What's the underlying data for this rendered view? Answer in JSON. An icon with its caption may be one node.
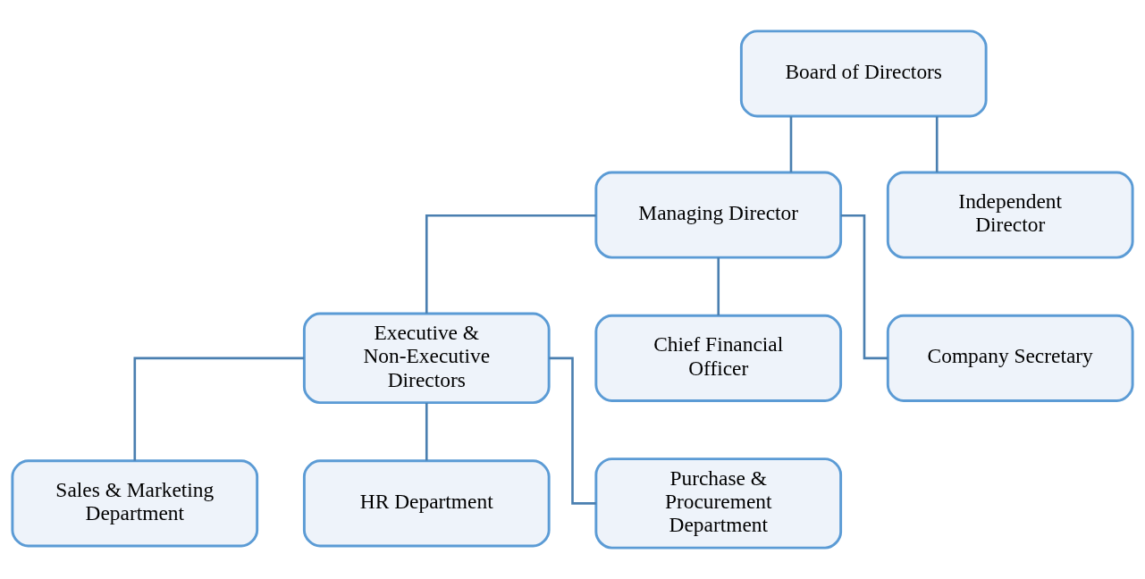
{
  "diagram": {
    "nodes": [
      {
        "text": [
          "Board of Directors"
        ]
      },
      {
        "text": [
          "Managing Director"
        ]
      },
      {
        "text": [
          "Independent Director"
        ]
      },
      {
        "text": [
          "Executive & Non-Executive Directors"
        ]
      },
      {
        "text": [
          "Chief Financial Officer"
        ]
      },
      {
        "text": [
          "Company Secretary"
        ]
      },
      {
        "text": [
          "Sales & Marketing Department"
        ]
      },
      {
        "text": [
          "HR Department"
        ]
      },
      {
        "text": [
          "Purchase & Procurement Department"
        ]
      }
    ],
    "edges": [
      {
        "from": 0,
        "to": 1,
        "arrow": "none"
      },
      {
        "from": 0,
        "to": 2,
        "arrow": "none"
      },
      {
        "from": 1,
        "to": 3,
        "arrow": "none"
      },
      {
        "from": 1,
        "to": 4,
        "arrow": "none"
      },
      {
        "from": 1,
        "to": 5,
        "arrow": "none"
      },
      {
        "from": 3,
        "to": 6,
        "arrow": "none"
      },
      {
        "from": 3,
        "to": 7,
        "arrow": "none"
      },
      {
        "from": 3,
        "to": 8,
        "arrow": "none"
      }
    ]
  }
}
